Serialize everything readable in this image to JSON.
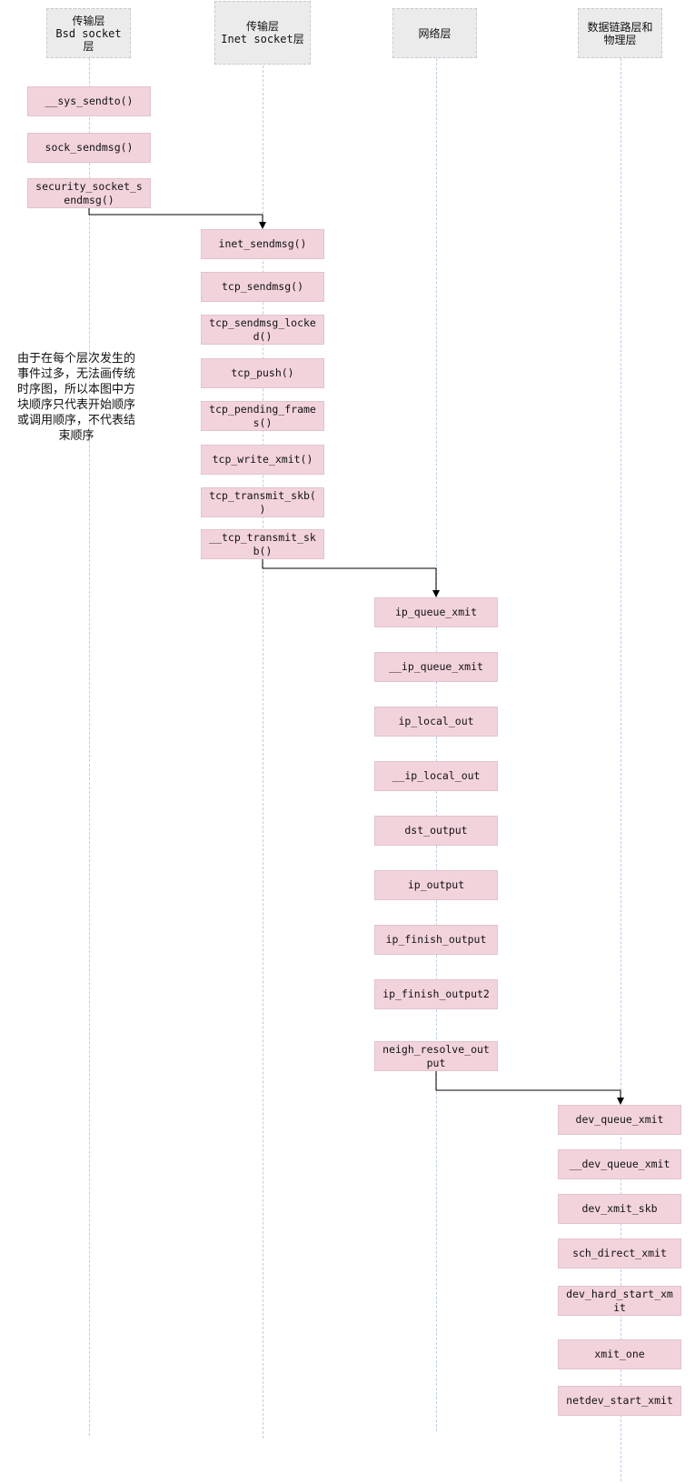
{
  "columns": [
    {
      "id": "bsd",
      "title": "传输层\nBsd socket\n层"
    },
    {
      "id": "inet",
      "title": "传输层\nInet socket层"
    },
    {
      "id": "net",
      "title": "网络层"
    },
    {
      "id": "link",
      "title": "数据链路层和\n物理层"
    }
  ],
  "bsd_calls": [
    "__sys_sendto()",
    "sock_sendmsg()",
    "security_socket_s\nendmsg()"
  ],
  "inet_calls": [
    "inet_sendmsg()",
    "tcp_sendmsg()",
    "tcp_sendmsg_locke\nd()",
    "tcp_push()",
    "tcp_pending_frame\ns()",
    "tcp_write_xmit()",
    "tcp_transmit_skb(\n)",
    "__tcp_transmit_sk\nb()"
  ],
  "net_calls": [
    "ip_queue_xmit",
    "__ip_queue_xmit",
    "ip_local_out",
    "__ip_local_out",
    "dst_output",
    "ip_output",
    "ip_finish_output",
    "ip_finish_output2",
    "neigh_resolve_out\nput"
  ],
  "link_calls": [
    "dev_queue_xmit",
    "__dev_queue_xmit",
    "dev_xmit_skb",
    "sch_direct_xmit",
    "dev_hard_start_xm\nit",
    "xmit_one",
    "netdev_start_xmit"
  ],
  "note": "由于在每个层次发生的\n事件过多，无法画传统\n时序图，所以本图中方\n块顺序只代表开始顺序\n或调用顺序，不代表结\n束顺序"
}
